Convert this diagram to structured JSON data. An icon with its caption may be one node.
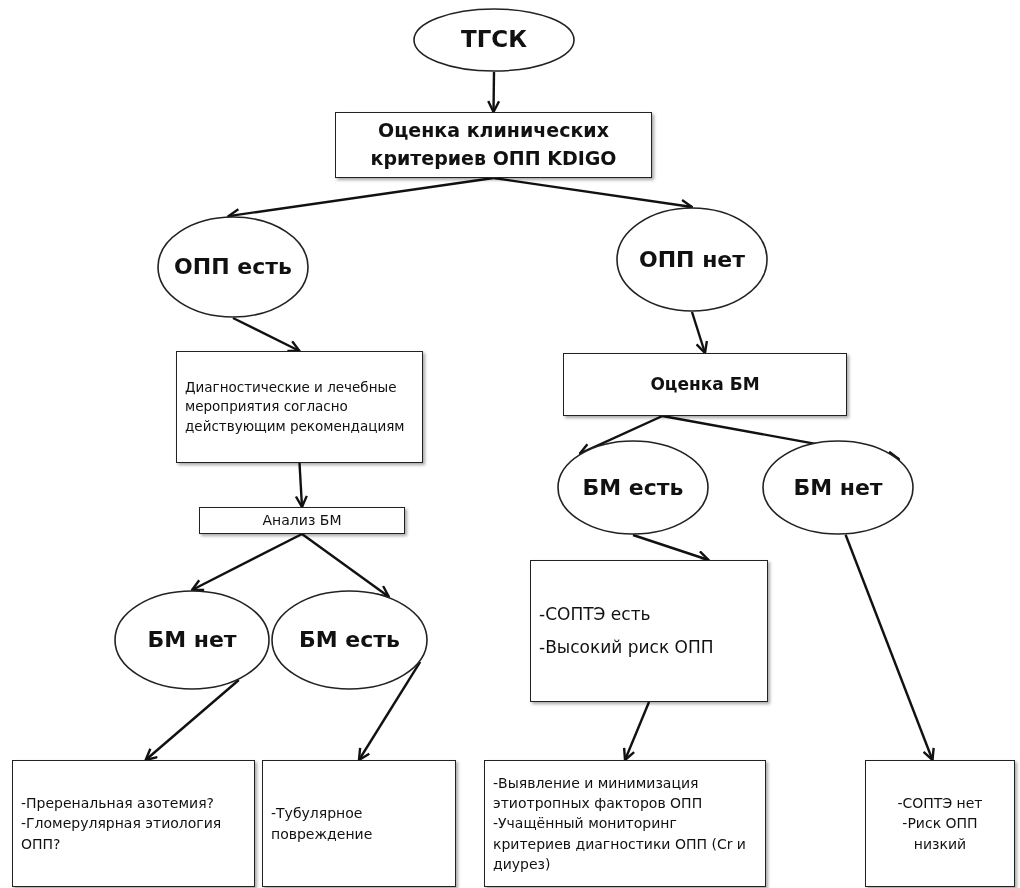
{
  "diagram": {
    "nodes": [
      {
        "text": [
          "ТГСК"
        ]
      },
      {
        "text": [
          "Оценка клинических критериев ОПП KDIGO"
        ]
      },
      {
        "text": [
          "ОПП есть"
        ]
      },
      {
        "text": [
          "ОПП нет"
        ]
      },
      {
        "text": [
          "Диагностические и лечебные мероприятия согласно действующим рекомендациям"
        ]
      },
      {
        "text": [
          "Оценка БМ"
        ]
      },
      {
        "text": [
          "Анализ БМ"
        ]
      },
      {
        "text": [
          "БМ есть"
        ]
      },
      {
        "text": [
          "БМ нет"
        ]
      },
      {
        "text": [
          "БМ нет"
        ]
      },
      {
        "text": [
          "БМ есть"
        ]
      },
      {
        "text": [
          "-СОПТЭ есть",
          "-Высокий риск ОПП"
        ]
      },
      {
        "text": [
          "-Преренальная азотемия?",
          "-Гломерулярная этиология ОПП?"
        ]
      },
      {
        "text": [
          "-Тубулярное повреждение"
        ]
      },
      {
        "text": [
          "-Выявление и минимизация этиотропных факторов ОПП",
          "-Учащённый мониторинг критериев диагностики ОПП (Cr и диурез)"
        ]
      },
      {
        "text": [
          "-СОПТЭ нет",
          "-Риск ОПП низкий"
        ]
      }
    ],
    "edges": [
      {
        "from": 0,
        "to": 1,
        "arrow": "to"
      },
      {
        "from": 1,
        "to": 2,
        "arrow": "to"
      },
      {
        "from": 1,
        "to": 3,
        "arrow": "to"
      },
      {
        "from": 2,
        "to": 4,
        "arrow": "to"
      },
      {
        "from": 3,
        "to": 5,
        "arrow": "to"
      },
      {
        "from": 4,
        "to": 6,
        "arrow": "to"
      },
      {
        "from": 5,
        "to": 7,
        "arrow": "to"
      },
      {
        "from": 5,
        "to": 8,
        "arrow": "to"
      },
      {
        "from": 6,
        "to": 9,
        "arrow": "to"
      },
      {
        "from": 6,
        "to": 10,
        "arrow": "to"
      },
      {
        "from": 7,
        "to": 11,
        "arrow": "to"
      },
      {
        "from": 11,
        "to": 14,
        "arrow": "to"
      },
      {
        "from": 8,
        "to": 15,
        "arrow": "to"
      },
      {
        "from": 9,
        "to": 12,
        "arrow": "to"
      },
      {
        "from": 10,
        "to": 13,
        "arrow": "to"
      }
    ]
  }
}
